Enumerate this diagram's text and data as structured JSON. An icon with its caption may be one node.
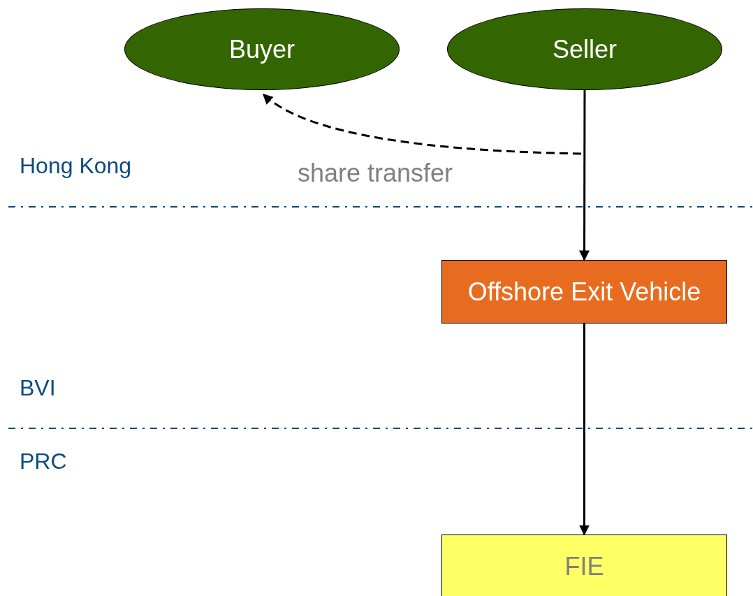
{
  "diagram": {
    "nodes": [
      {
        "text": [
          "Buyer"
        ]
      },
      {
        "text": [
          "Seller"
        ]
      },
      {
        "text": [
          "Offshore Exit Vehicle"
        ]
      },
      {
        "text": [
          "FIE"
        ]
      }
    ],
    "edges": [
      {
        "from": 1,
        "to": 2,
        "arrow": "to"
      },
      {
        "from": 2,
        "to": 3,
        "arrow": "to"
      },
      {
        "from": null,
        "to": 0,
        "arrow": "to",
        "style": "dashed",
        "label": "share transfer"
      }
    ],
    "labels": [
      "Hong Kong",
      "BVI",
      "PRC"
    ]
  }
}
